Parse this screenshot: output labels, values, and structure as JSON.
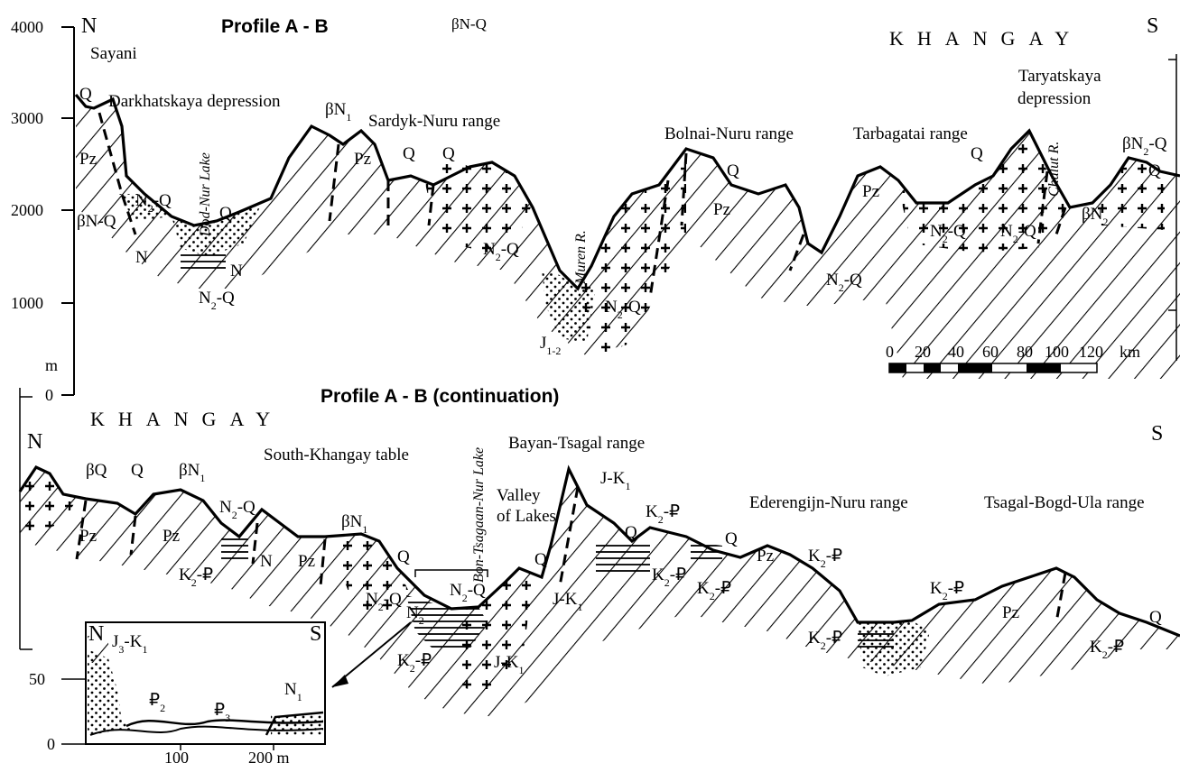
{
  "profile_top": {
    "title": "Profile A - B",
    "north": "N",
    "south": "S",
    "region": "KHANGAY",
    "y_axis": {
      "unit": "m",
      "ticks": [
        "4000",
        "3000",
        "2000",
        "1000",
        "0"
      ]
    },
    "labels": {
      "sayani": "Sayani",
      "bn_q_top": "βN-Q",
      "darkhat": "Darkhatskaya depression",
      "bn1": "βN",
      "bn1_sub": "1",
      "sardyk": "Sardyk-Nuru range",
      "bolnai": "Bolnai-Nuru range",
      "tarbagatai": "Tarbagatai range",
      "taryat1": "Taryatskaya",
      "taryat2": "depression",
      "dod_nur": "Dod-Nur Lake",
      "muren": "Muren R.",
      "chulut": "Chulut R.",
      "q": "Q",
      "pz": "Pz",
      "n": "N",
      "n2q": "N",
      "n2q_sub": "2",
      "n2q_tail": "-Q",
      "bnq_left": "βN-Q",
      "bn2": "βN",
      "bn2_sub": "2",
      "bn2q": "βN",
      "bn2q_sub": "2",
      "bn2q_tail": "-Q",
      "j12": "J",
      "j12_sub": "1-2"
    },
    "scale_bar": {
      "ticks": [
        "0",
        "20",
        "40",
        "60",
        "80",
        "100",
        "120"
      ],
      "unit": "km"
    }
  },
  "profile_bottom": {
    "title": "Profile A - B (continuation)",
    "north": "N",
    "south": "S",
    "region": "KHANGAY",
    "labels": {
      "south_khangay": "South-Khangay table",
      "bayan": "Bayan-Tsagal range",
      "valley1": "Valley",
      "valley2": "of Lakes",
      "ederen": "Ederengijn-Nuru range",
      "tsagal_bogd": "Tsagal-Bogd-Ula range",
      "bon_tsagan": "Bon-Tsagaan-Nur Lake",
      "bq": "βQ",
      "q": "Q",
      "bn1": "βN",
      "bn1_sub": "1",
      "pz": "Pz",
      "n": "N",
      "n2": "N",
      "n2_sub": "2",
      "n2q": "N",
      "n2q_sub": "2",
      "n2q_tail": "-Q",
      "k2p": "K",
      "k2p_sub": "2",
      "k2p_tail": "-₽",
      "jk1": "J-K",
      "jk1_sub": "1"
    }
  },
  "inset": {
    "north": "N",
    "south": "S",
    "y_ticks": [
      "50",
      "0"
    ],
    "x_ticks": [
      "100",
      "200 m"
    ],
    "labels": {
      "j3k1": "J",
      "j3k1_sub": "3",
      "j3k1_tail": "-K",
      "j3k1_sub2": "1",
      "p2": "₽",
      "p2_sub": "2",
      "p3": "₽",
      "p3_sub": "3",
      "n1": "N",
      "n1_sub": "1"
    }
  }
}
